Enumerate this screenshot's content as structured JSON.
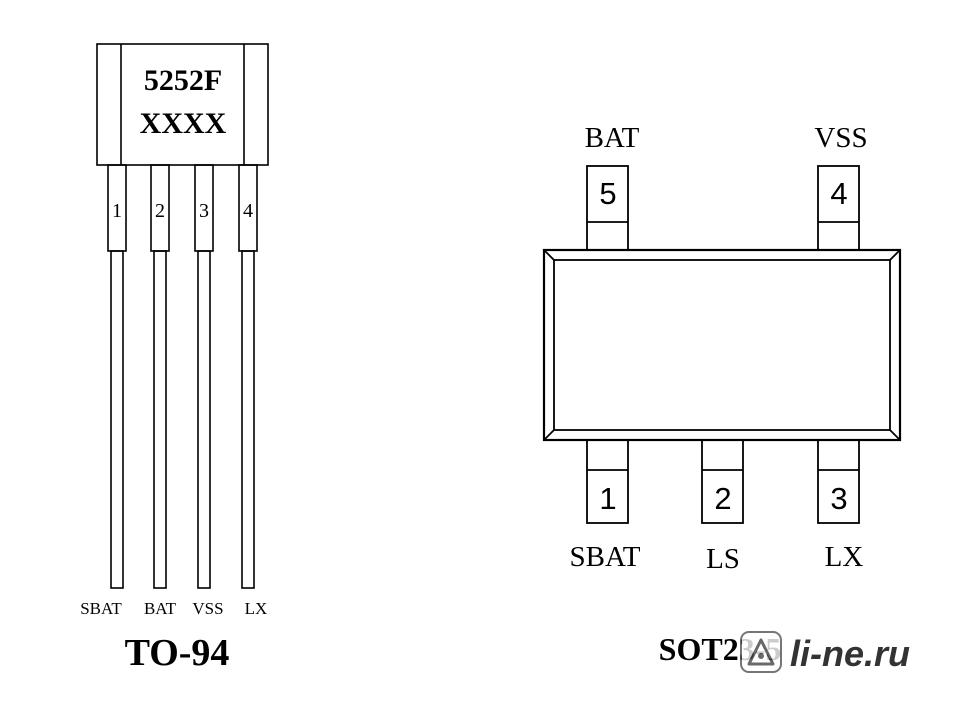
{
  "to94": {
    "marking_line1": "5252F",
    "marking_line2": "XXXX",
    "pins": [
      {
        "number": "1",
        "label": "SBAT"
      },
      {
        "number": "2",
        "label": "BAT"
      },
      {
        "number": "3",
        "label": "VSS"
      },
      {
        "number": "4",
        "label": "LX"
      }
    ],
    "package_name": "TO-94"
  },
  "sot23": {
    "top_pins": [
      {
        "number": "5",
        "label": "BAT"
      },
      {
        "number": "4",
        "label": "VSS"
      }
    ],
    "bottom_pins": [
      {
        "number": "1",
        "label": "SBAT"
      },
      {
        "number": "2",
        "label": "LS"
      },
      {
        "number": "3",
        "label": "LX"
      }
    ],
    "package_name": "SOT23-5"
  },
  "watermark": {
    "text": "li-ne.ru"
  }
}
